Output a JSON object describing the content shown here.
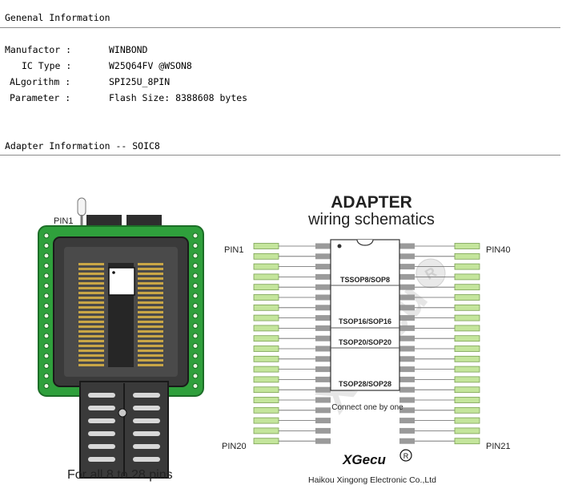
{
  "general": {
    "heading": "Genenal Information",
    "rows": [
      {
        "label": "Manufactor :",
        "value": "WINBOND"
      },
      {
        "label": "IC Type :",
        "value": "W25Q64FV @WSON8"
      },
      {
        "label": "ALgorithm :",
        "value": "SPI25U_8PIN"
      },
      {
        "label": "Parameter :",
        "value": "Flash Size: 8388608 bytes"
      }
    ]
  },
  "adapter": {
    "heading": "Adapter Information -- SOIC8",
    "pin1_label": "PIN1",
    "caption": "For all 8 to 28 pins"
  },
  "schematic": {
    "title": "ADAPTER",
    "subtitle": "wiring schematics",
    "left_top": "PIN1",
    "left_bottom": "PIN20",
    "right_top": "PIN40",
    "right_bottom": "PIN21",
    "packages": [
      "TSSOP8/SOP8",
      "TSOP16/SOP16",
      "TSOP20/SOP20",
      "TSOP28/SOP28"
    ],
    "note": "Connect one by one",
    "brand": "XGecu",
    "registered": "R",
    "company": "Haikou Xingong Electronic Co.,Ltd",
    "watermark": "XGecu",
    "colors": {
      "pin_fill": "#c4e59c",
      "chip_pin": "#9a9a9a",
      "board": "#2fa03c"
    }
  }
}
